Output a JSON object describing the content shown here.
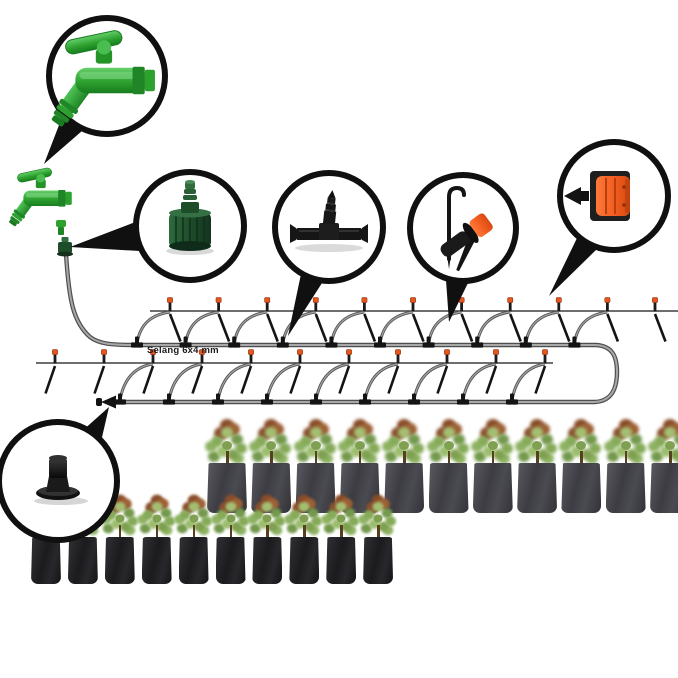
{
  "hose_label": "Selang 6x4 mm",
  "colors": {
    "background": "#ffffff",
    "callout_ring": "#101010",
    "tap_green": "#2da12e",
    "tap_green_light": "#7ad47e",
    "tap_green_dark": "#1f8526",
    "adapter_dark_green": "#1e4d2a",
    "dripper_orange": "#e4561e",
    "fitting_black": "#141414",
    "tube_grey": "#a8a8a8",
    "tube_edge": "#4f4f4f",
    "thin_line": "#3f3f3f",
    "bag_back_grey": "#4a4a51",
    "bag_front_black": "#1b1b1e",
    "leaf_green": "#86ab58",
    "leaf_red_top": "#9d6136",
    "label_text": "#1c1c1c"
  },
  "callouts": [
    {
      "icon": "water-tap-icon"
    },
    {
      "icon": "faucet-hose-adapter-icon"
    },
    {
      "icon": "barbed-tee-connector-icon"
    },
    {
      "icon": "dripper-stake-with-hook-icon"
    },
    {
      "icon": "adjustable-orange-dripper-icon"
    },
    {
      "icon": "tube-end-plug-icon"
    }
  ],
  "network": {
    "row1": {
      "tee_count": 10,
      "dripper_count": 11
    },
    "row2": {
      "tee_count": 9,
      "dripper_count": 11
    }
  },
  "plants": {
    "back_row_count": 11,
    "front_row_count": 10
  }
}
